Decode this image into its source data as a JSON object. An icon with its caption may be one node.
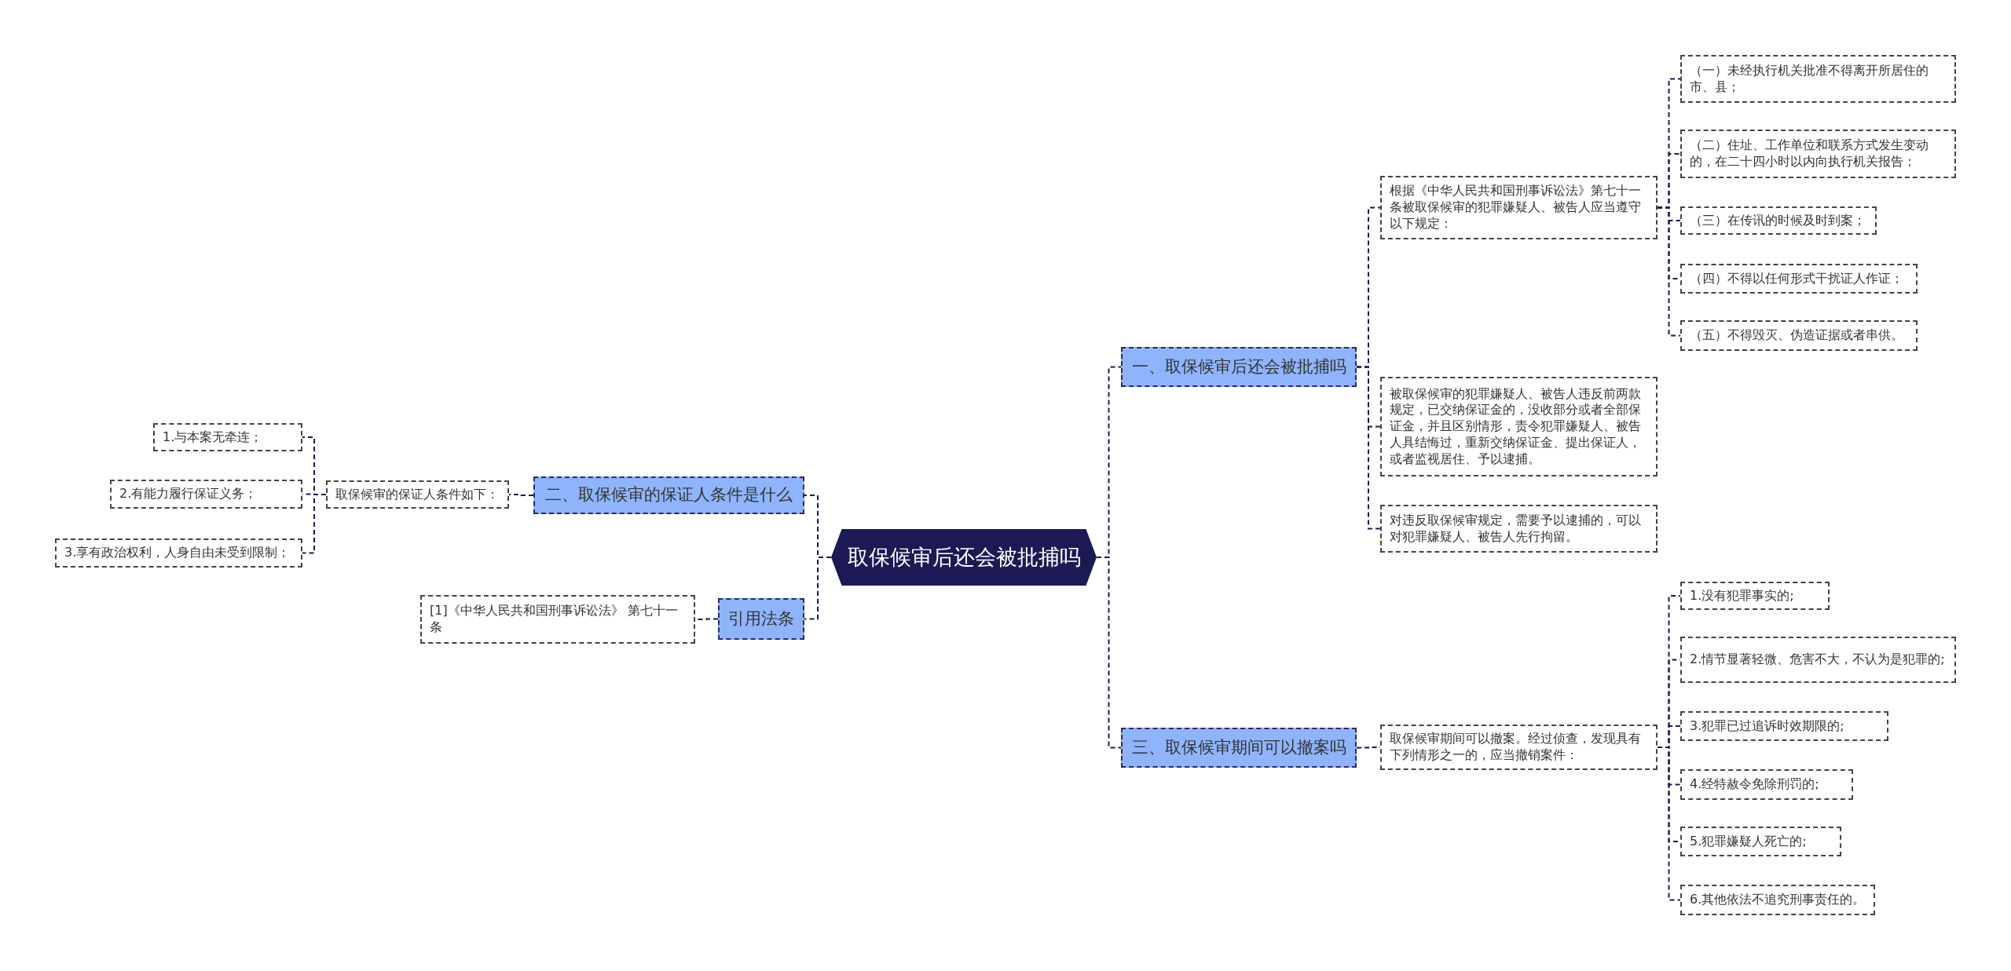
{
  "diagram": {
    "nodes": [
      {
        "text": [
          "取保候审后还会被批捕吗"
        ]
      },
      {
        "text": [
          "一、取保候审后还会被批捕吗"
        ]
      },
      {
        "text": [
          "根据《中华人民共和国刑事诉讼法》第七十一条被取保候审的犯罪嫌疑人、被告人应当遵守以下规定："
        ]
      },
      {
        "text": [
          "（一）未经执行机关批准不得离开所居住的市、县；"
        ]
      },
      {
        "text": [
          "（二）住址、工作单位和联系方式发生变动的，在二十四小时以内向执行机关报告；"
        ]
      },
      {
        "text": [
          "（三）在传讯的时候及时到案；"
        ]
      },
      {
        "text": [
          "（四）不得以任何形式干扰证人作证；"
        ]
      },
      {
        "text": [
          "（五）不得毁灭、伪造证据或者串供。"
        ]
      },
      {
        "text": [
          "被取保候审的犯罪嫌疑人、被告人违反前两款规定，已交纳保证金的，没收部分或者全部保证金，并且区别情形，责令犯罪嫌疑人、被告人具结悔过，重新交纳保证金、提出保证人，或者监视居住、予以逮捕。"
        ]
      },
      {
        "text": [
          "对违反取保候审规定，需要予以逮捕的，可以对犯罪嫌疑人、被告人先行拘留。"
        ]
      },
      {
        "text": [
          "三、取保候审期间可以撤案吗"
        ]
      },
      {
        "text": [
          "取保候审期间可以撤案。经过侦查，发现具有下列情形之一的，应当撤销案件："
        ]
      },
      {
        "text": [
          "1.没有犯罪事实的;"
        ]
      },
      {
        "text": [
          "2.情节显著轻微、危害不大，不认为是犯罪的;"
        ]
      },
      {
        "text": [
          "3.犯罪已过追诉时效期限的;"
        ]
      },
      {
        "text": [
          "4.经特赦令免除刑罚的;"
        ]
      },
      {
        "text": [
          "5.犯罪嫌疑人死亡的;"
        ]
      },
      {
        "text": [
          "6.其他依法不追究刑事责任的。"
        ]
      },
      {
        "text": [
          "二、取保候审的保证人条件是什么"
        ]
      },
      {
        "text": [
          "取保候审的保证人条件如下："
        ]
      },
      {
        "text": [
          "1.与本案无牵连；"
        ]
      },
      {
        "text": [
          "2.有能力履行保证义务；"
        ]
      },
      {
        "text": [
          "3.享有政治权利，人身自由未受到限制；"
        ]
      },
      {
        "text": [
          "引用法条"
        ]
      },
      {
        "text": [
          "[1]《中华人民共和国刑事诉讼法》 第七十一条"
        ]
      }
    ],
    "edges": [
      {
        "from": 0,
        "to": 1,
        "arrow": "none"
      },
      {
        "from": 1,
        "to": 2,
        "arrow": "none"
      },
      {
        "from": 2,
        "to": 3,
        "arrow": "none"
      },
      {
        "from": 2,
        "to": 4,
        "arrow": "none"
      },
      {
        "from": 2,
        "to": 5,
        "arrow": "none"
      },
      {
        "from": 2,
        "to": 6,
        "arrow": "none"
      },
      {
        "from": 2,
        "to": 7,
        "arrow": "none"
      },
      {
        "from": 1,
        "to": 8,
        "arrow": "none"
      },
      {
        "from": 1,
        "to": 9,
        "arrow": "none"
      },
      {
        "from": 0,
        "to": 10,
        "arrow": "none"
      },
      {
        "from": 10,
        "to": 11,
        "arrow": "none"
      },
      {
        "from": 11,
        "to": 12,
        "arrow": "none"
      },
      {
        "from": 11,
        "to": 13,
        "arrow": "none"
      },
      {
        "from": 11,
        "to": 14,
        "arrow": "none"
      },
      {
        "from": 11,
        "to": 15,
        "arrow": "none"
      },
      {
        "from": 11,
        "to": 16,
        "arrow": "none"
      },
      {
        "from": 11,
        "to": 17,
        "arrow": "none"
      },
      {
        "from": 0,
        "to": 18,
        "arrow": "none"
      },
      {
        "from": 18,
        "to": 19,
        "arrow": "none"
      },
      {
        "from": 19,
        "to": 20,
        "arrow": "none"
      },
      {
        "from": 19,
        "to": 21,
        "arrow": "none"
      },
      {
        "from": 19,
        "to": 22,
        "arrow": "none"
      },
      {
        "from": 0,
        "to": 23,
        "arrow": "none"
      },
      {
        "from": 23,
        "to": 24,
        "arrow": "none"
      }
    ]
  }
}
